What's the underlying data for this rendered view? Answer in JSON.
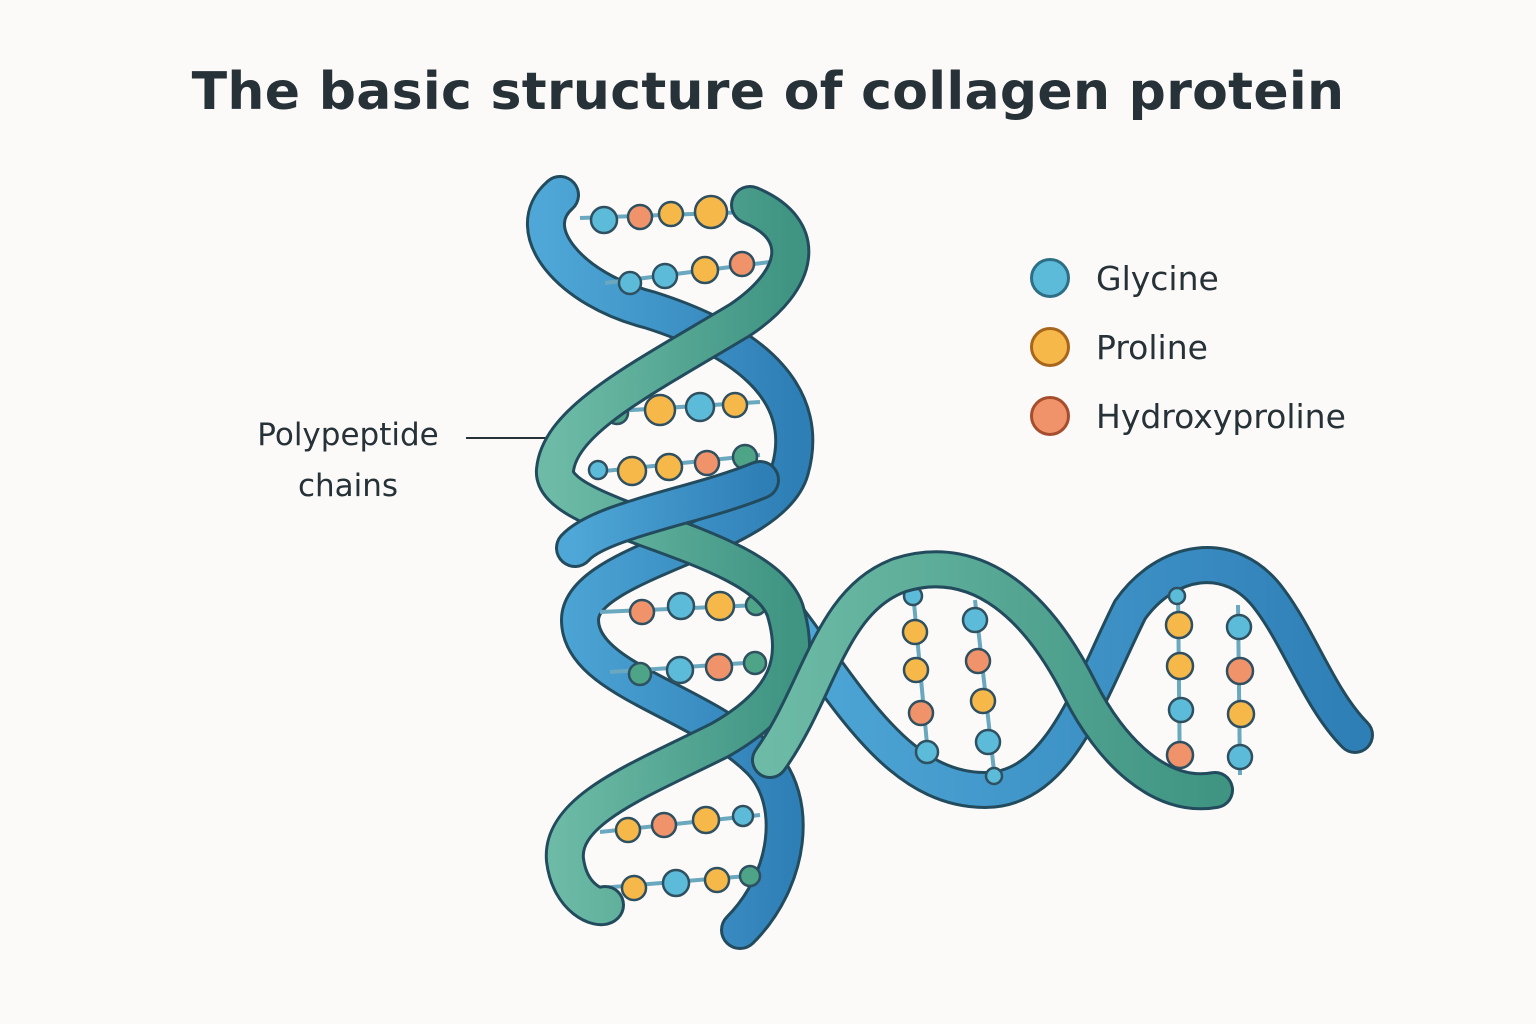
{
  "title": "The basic structure of collagen protein",
  "callout": {
    "line1": "Polypeptide",
    "line2": "chains"
  },
  "legend": [
    {
      "label": "Glycine",
      "color": "#5bbbd8",
      "border": "#2e6f86"
    },
    {
      "label": "Proline",
      "color": "#f7b84a",
      "border": "#a8651c"
    },
    {
      "label": "Hydroxyproline",
      "color": "#f0936a",
      "border": "#a64d2e"
    }
  ],
  "colors": {
    "strand_blue": "#3f95c9",
    "strand_blue_dark": "#2c6f9e",
    "strand_green": "#5fae9a",
    "strand_green_dark": "#3c8a78",
    "stroke": "#234b5e",
    "glycine_dark_teal": "#4ea486"
  }
}
